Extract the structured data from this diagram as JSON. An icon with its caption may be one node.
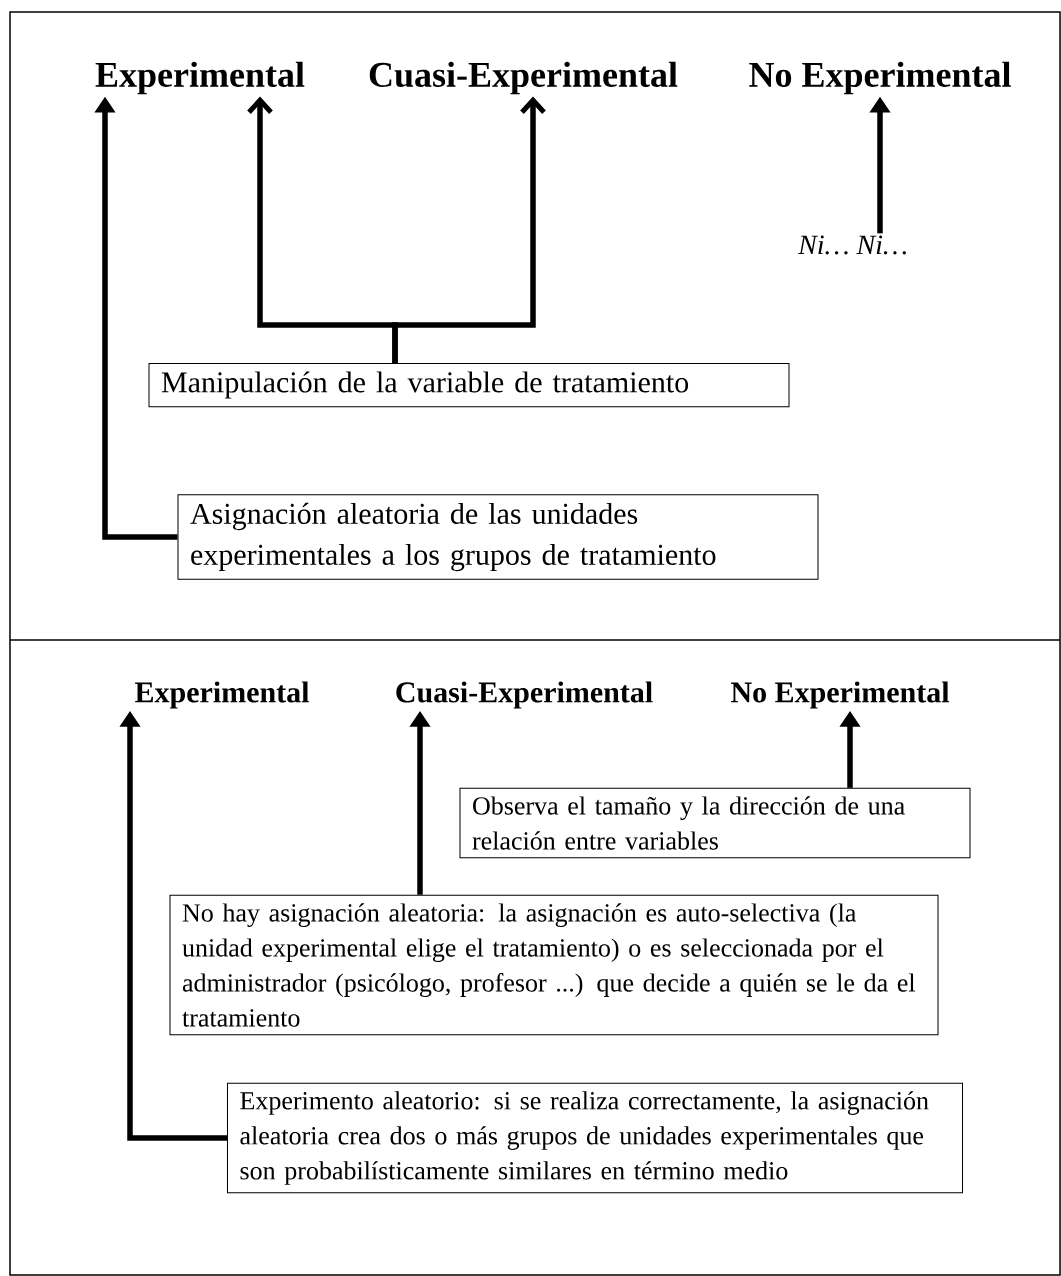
{
  "diagram": {
    "nodes": [
      {
        "text": [
          "Experimental"
        ]
      },
      {
        "text": [
          "Cuasi-Experimental"
        ]
      },
      {
        "text": [
          "No Experimental"
        ]
      },
      {
        "text": [
          "Ni… Ni…"
        ]
      },
      {
        "text": [
          "Manipulación de la variable de tratamiento"
        ]
      },
      {
        "text": [
          "Asignación aleatoria de las unidades experimentales a los grupos de tratamiento"
        ]
      },
      {
        "text": [
          "Experimental"
        ]
      },
      {
        "text": [
          "Cuasi-Experimental"
        ]
      },
      {
        "text": [
          "No Experimental"
        ]
      },
      {
        "text": [
          "Observa el tamaño y la dirección de una relación entre variables"
        ]
      },
      {
        "text": [
          "No hay asignación aleatoria: la asignación es auto-selectiva (la unidad experimental elige el tratamiento) o es seleccionada por el administrador (psicólogo, profesor ...) que decide a quién se le da el tratamiento"
        ]
      },
      {
        "text": [
          "Experimento aleatorio: si se realiza correctamente, la asignación aleatoria crea dos o más grupos de unidades experimentales que son probabilísticamente similares en término medio"
        ]
      }
    ],
    "edges": [
      {
        "from": 4,
        "to": 0,
        "arrow": "to"
      },
      {
        "from": 4,
        "to": 1,
        "arrow": "to"
      },
      {
        "from": 5,
        "to": 0,
        "arrow": "to"
      },
      {
        "from": 3,
        "to": 2,
        "arrow": "to"
      },
      {
        "from": 11,
        "to": 6,
        "arrow": "to"
      },
      {
        "from": 10,
        "to": 7,
        "arrow": "to"
      },
      {
        "from": 9,
        "to": 8,
        "arrow": "to"
      }
    ]
  }
}
